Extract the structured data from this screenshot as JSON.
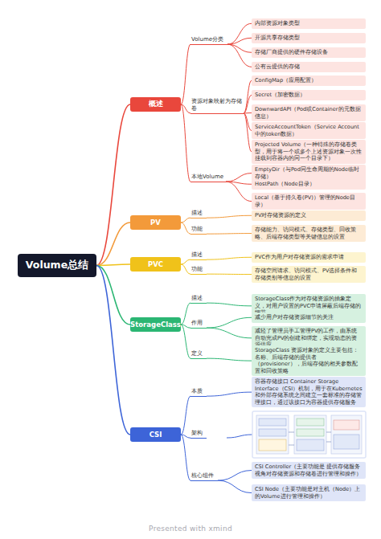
{
  "diagram": {
    "nodes": [
      {
        "text": [
          "Volume总结"
        ]
      },
      {
        "text": [
          "概述"
        ]
      },
      {
        "text": [
          "Volume分类"
        ]
      },
      {
        "text": [
          "内部资源对象类型"
        ]
      },
      {
        "text": [
          "开源共享存储类型"
        ]
      },
      {
        "text": [
          "存储厂商提供的硬件存储设备"
        ]
      },
      {
        "text": [
          "公有云提供的存储"
        ]
      },
      {
        "text": [
          "资源对象映射为存储卷"
        ]
      },
      {
        "text": [
          "ConfigMap（应用配置）"
        ]
      },
      {
        "text": [
          "Secret（加密数据）"
        ]
      },
      {
        "text": [
          "DownwardAPI（Pod或Container的元数据信息）"
        ]
      },
      {
        "text": [
          "ServiceAccountToken（Service Account中的token数据）"
        ]
      },
      {
        "text": [
          "Projected Volume（一种特殊的存储卷类型，用于将一个或多个上述资源对象一次性挂载到容器内的同一个目录下）"
        ]
      },
      {
        "text": [
          "本地Volume"
        ]
      },
      {
        "text": [
          "EmptyDir（与Pod同生命周期的Node临时存储）"
        ]
      },
      {
        "text": [
          "HostPath（Node目录）"
        ]
      },
      {
        "text": [
          "Local（基于持久卷(PV)）管理的Node目录）"
        ]
      },
      {
        "text": [
          "PV"
        ]
      },
      {
        "text": [
          "描述"
        ]
      },
      {
        "text": [
          "PV对存储资源的定义"
        ]
      },
      {
        "text": [
          "功能"
        ]
      },
      {
        "text": [
          "存储能力、访问模式、存储类型、回收策略、后端存储类型等关键信息的设置"
        ]
      },
      {
        "text": [
          "PVC"
        ]
      },
      {
        "text": [
          "描述"
        ]
      },
      {
        "text": [
          "PVC作为用户对存储资源的需求申请"
        ]
      },
      {
        "text": [
          "功能"
        ]
      },
      {
        "text": [
          "存储空间请求、访问模式、PV选择条件和存储类别等信息的设置"
        ]
      },
      {
        "text": [
          "StorageClass"
        ]
      },
      {
        "text": [
          "描述"
        ]
      },
      {
        "text": [
          "StorageClass作为对存储资源的抽象定义，对用户设置的PVC申请屏蔽后端存储的细节"
        ]
      },
      {
        "text": [
          "作用"
        ]
      },
      {
        "text": [
          "减少用户对存储资源细节的关注"
        ]
      },
      {
        "text": [
          "减轻了管理员手工管理PV的工作，由系统自动完成PV的创建和绑定，实现动态的资源供应"
        ]
      },
      {
        "text": [
          "定义"
        ]
      },
      {
        "text": [
          "StorageClass 资源对象的定义主要包括：名称、后端存储的提供者（provisioner），后端存储的相关参数配置和回收策略"
        ]
      },
      {
        "text": [
          "CSI"
        ]
      },
      {
        "text": [
          "本质"
        ]
      },
      {
        "text": [
          "容器存储接口 Container Storage Interface（CSI）机制，用于在Kubernetes和外部存储系统之间建立一套标准的存储管理接口，通过该接口为容器提供存储服务"
        ]
      },
      {
        "text": [
          "架构"
        ]
      },
      {
        "text": [
          "核心组件"
        ]
      },
      {
        "text": [
          "CSI Controller（主要功能是 提供存储服务视角对存储资源和存储卷进行管理和操作）"
        ]
      },
      {
        "text": [
          "CSI Node（主要功能是对主机（Node）上的Volume进行管理和操作）"
        ]
      }
    ],
    "edges": [
      {
        "from": 0,
        "to": 1,
        "arrow": "none"
      },
      {
        "from": 0,
        "to": 17,
        "arrow": "none"
      },
      {
        "from": 0,
        "to": 22,
        "arrow": "none"
      },
      {
        "from": 0,
        "to": 27,
        "arrow": "none"
      },
      {
        "from": 0,
        "to": 35,
        "arrow": "none"
      },
      {
        "from": 1,
        "to": 2,
        "arrow": "none"
      },
      {
        "from": 1,
        "to": 7,
        "arrow": "none"
      },
      {
        "from": 1,
        "to": 13,
        "arrow": "none"
      },
      {
        "from": 2,
        "to": 3,
        "arrow": "none"
      },
      {
        "from": 2,
        "to": 4,
        "arrow": "none"
      },
      {
        "from": 2,
        "to": 5,
        "arrow": "none"
      },
      {
        "from": 2,
        "to": 6,
        "arrow": "none"
      },
      {
        "from": 7,
        "to": 8,
        "arrow": "none"
      },
      {
        "from": 7,
        "to": 9,
        "arrow": "none"
      },
      {
        "from": 7,
        "to": 10,
        "arrow": "none"
      },
      {
        "from": 7,
        "to": 11,
        "arrow": "none"
      },
      {
        "from": 7,
        "to": 12,
        "arrow": "none"
      },
      {
        "from": 13,
        "to": 14,
        "arrow": "none"
      },
      {
        "from": 13,
        "to": 15,
        "arrow": "none"
      },
      {
        "from": 13,
        "to": 16,
        "arrow": "none"
      },
      {
        "from": 17,
        "to": 18,
        "arrow": "none"
      },
      {
        "from": 17,
        "to": 20,
        "arrow": "none"
      },
      {
        "from": 18,
        "to": 19,
        "arrow": "none"
      },
      {
        "from": 20,
        "to": 21,
        "arrow": "none"
      },
      {
        "from": 22,
        "to": 23,
        "arrow": "none"
      },
      {
        "from": 22,
        "to": 25,
        "arrow": "none"
      },
      {
        "from": 23,
        "to": 24,
        "arrow": "none"
      },
      {
        "from": 25,
        "to": 26,
        "arrow": "none"
      },
      {
        "from": 27,
        "to": 28,
        "arrow": "none"
      },
      {
        "from": 27,
        "to": 30,
        "arrow": "none"
      },
      {
        "from": 27,
        "to": 33,
        "arrow": "none"
      },
      {
        "from": 28,
        "to": 29,
        "arrow": "none"
      },
      {
        "from": 30,
        "to": 31,
        "arrow": "none"
      },
      {
        "from": 30,
        "to": 32,
        "arrow": "none"
      },
      {
        "from": 33,
        "to": 34,
        "arrow": "none"
      },
      {
        "from": 35,
        "to": 36,
        "arrow": "none"
      },
      {
        "from": 35,
        "to": 38,
        "arrow": "none"
      },
      {
        "from": 35,
        "to": 39,
        "arrow": "none"
      },
      {
        "from": 36,
        "to": 37,
        "arrow": "none"
      },
      {
        "from": 39,
        "to": 40,
        "arrow": "none"
      },
      {
        "from": 39,
        "to": 41,
        "arrow": "none"
      }
    ],
    "labels": [
      "Presented with xmind"
    ]
  }
}
